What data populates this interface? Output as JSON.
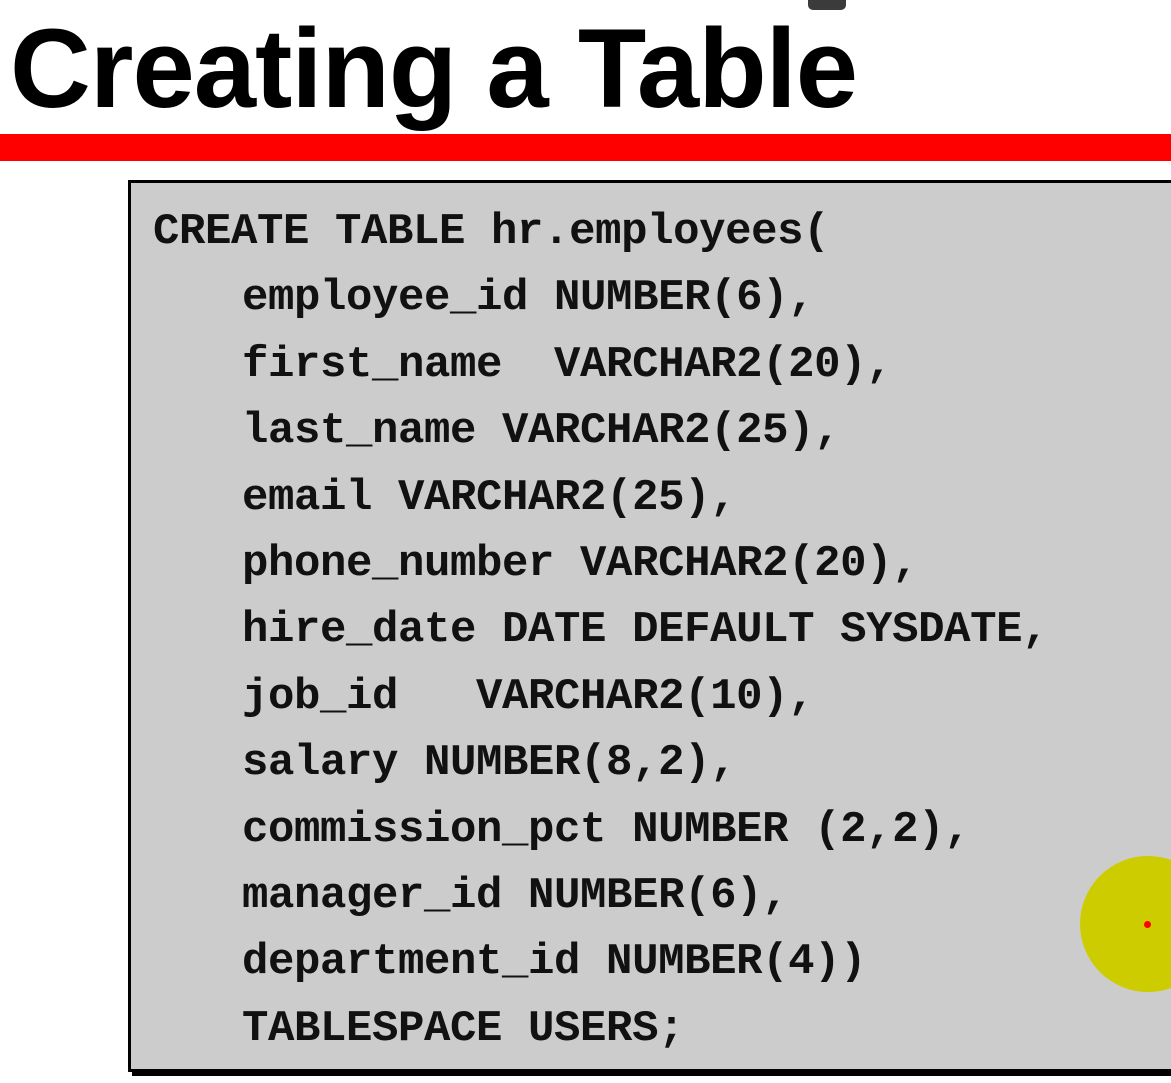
{
  "slide": {
    "title": "Creating a Table"
  },
  "code": {
    "lines": [
      "CREATE TABLE hr.employees(",
      "employee_id NUMBER(6),",
      "first_name  VARCHAR2(20),",
      "last_name VARCHAR2(25),",
      "email VARCHAR2(25),",
      "phone_number VARCHAR2(20),",
      "hire_date DATE DEFAULT SYSDATE,",
      "job_id   VARCHAR2(10),",
      "salary NUMBER(8,2),",
      "commission_pct NUMBER (2,2),",
      "manager_id NUMBER(6),",
      "department_id NUMBER(4))",
      "TABLESPACE USERS;"
    ]
  },
  "colors": {
    "title_rule": "#ff0000",
    "panel_background": "#cccccc",
    "pointer_highlight": "#cccc00",
    "pointer_dot": "#ff0000"
  }
}
